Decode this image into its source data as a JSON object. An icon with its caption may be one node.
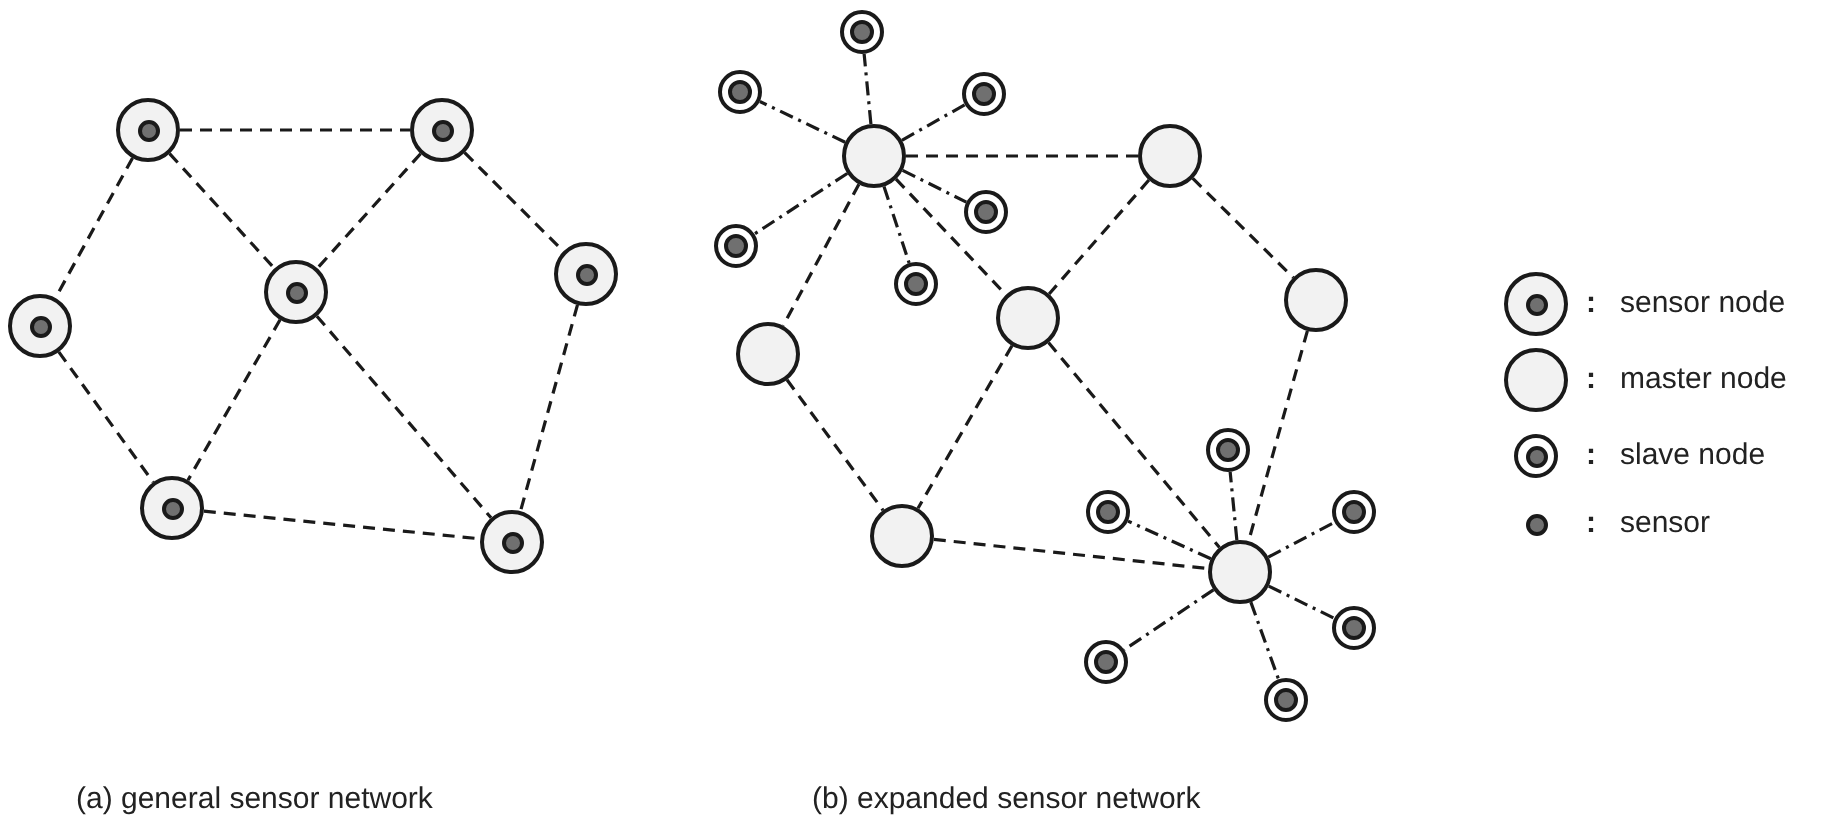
{
  "diagram": {
    "nodes": [
      {
        "text": [],
        "shape": "circle"
      },
      {
        "text": [],
        "shape": "circle"
      },
      {
        "text": [],
        "shape": "circle"
      },
      {
        "text": [],
        "shape": "circle"
      },
      {
        "text": [],
        "shape": "circle"
      },
      {
        "text": [],
        "shape": "circle"
      },
      {
        "text": [],
        "shape": "circle"
      },
      {
        "text": [],
        "shape": "circle"
      },
      {
        "text": [],
        "shape": "circle"
      },
      {
        "text": [],
        "shape": "circle"
      },
      {
        "text": [],
        "shape": "circle"
      },
      {
        "text": [],
        "shape": "circle"
      },
      {
        "text": [],
        "shape": "circle"
      },
      {
        "text": [],
        "shape": "circle"
      },
      {
        "text": [],
        "shape": "circle"
      },
      {
        "text": [],
        "shape": "circle"
      },
      {
        "text": [],
        "shape": "circle"
      },
      {
        "text": [],
        "shape": "circle"
      },
      {
        "text": [],
        "shape": "circle"
      },
      {
        "text": [],
        "shape": "circle"
      },
      {
        "text": [],
        "shape": "circle"
      },
      {
        "text": [],
        "shape": "circle"
      },
      {
        "text": [],
        "shape": "circle"
      },
      {
        "text": [],
        "shape": "circle"
      },
      {
        "text": [],
        "shape": "circle"
      },
      {
        "text": [],
        "shape": "circle"
      }
    ],
    "edges": [
      {
        "from": 0,
        "to": 1,
        "arrow": "none",
        "style": "dashed"
      },
      {
        "from": 0,
        "to": 2,
        "arrow": "none",
        "style": "dashed"
      },
      {
        "from": 0,
        "to": 3,
        "arrow": "none",
        "style": "dashed"
      },
      {
        "from": 1,
        "to": 2,
        "arrow": "none",
        "style": "dashed"
      },
      {
        "from": 1,
        "to": 4,
        "arrow": "none",
        "style": "dashed"
      },
      {
        "from": 3,
        "to": 5,
        "arrow": "none",
        "style": "dashed"
      },
      {
        "from": 2,
        "to": 5,
        "arrow": "none",
        "style": "dashed"
      },
      {
        "from": 2,
        "to": 6,
        "arrow": "none",
        "style": "dashed"
      },
      {
        "from": 4,
        "to": 6,
        "arrow": "none",
        "style": "dashed"
      },
      {
        "from": 5,
        "to": 6,
        "arrow": "none",
        "style": "dashed"
      },
      {
        "from": 7,
        "to": 8,
        "arrow": "none",
        "style": "dashed"
      },
      {
        "from": 7,
        "to": 9,
        "arrow": "none",
        "style": "dashed"
      },
      {
        "from": 7,
        "to": 10,
        "arrow": "none",
        "style": "dashed"
      },
      {
        "from": 8,
        "to": 10,
        "arrow": "none",
        "style": "dashed"
      },
      {
        "from": 8,
        "to": 11,
        "arrow": "none",
        "style": "dashed"
      },
      {
        "from": 9,
        "to": 12,
        "arrow": "none",
        "style": "dashed"
      },
      {
        "from": 10,
        "to": 12,
        "arrow": "none",
        "style": "dashed"
      },
      {
        "from": 10,
        "to": 13,
        "arrow": "none",
        "style": "dashed"
      },
      {
        "from": 11,
        "to": 13,
        "arrow": "none",
        "style": "dashed"
      },
      {
        "from": 12,
        "to": 13,
        "arrow": "none",
        "style": "dashed"
      },
      {
        "from": 7,
        "to": 14,
        "arrow": "none"
      },
      {
        "from": 7,
        "to": 15,
        "arrow": "none"
      },
      {
        "from": 7,
        "to": 16,
        "arrow": "none"
      },
      {
        "from": 7,
        "to": 17,
        "arrow": "none"
      },
      {
        "from": 7,
        "to": 18,
        "arrow": "none"
      },
      {
        "from": 7,
        "to": 19,
        "arrow": "none"
      },
      {
        "from": 13,
        "to": 20,
        "arrow": "none"
      },
      {
        "from": 13,
        "to": 21,
        "arrow": "none"
      },
      {
        "from": 13,
        "to": 22,
        "arrow": "none"
      },
      {
        "from": 13,
        "to": 23,
        "arrow": "none"
      },
      {
        "from": 13,
        "to": 24,
        "arrow": "none"
      },
      {
        "from": 13,
        "to": 25,
        "arrow": "none"
      }
    ],
    "labels": [
      "(a) general sensor network",
      "(b) expanded sensor network",
      ":",
      ":",
      ":",
      ":"
    ],
    "legend": [
      {
        "text": "sensor node"
      },
      {
        "text": "master node"
      },
      {
        "text": "slave node"
      },
      {
        "text": "sensor"
      }
    ]
  }
}
